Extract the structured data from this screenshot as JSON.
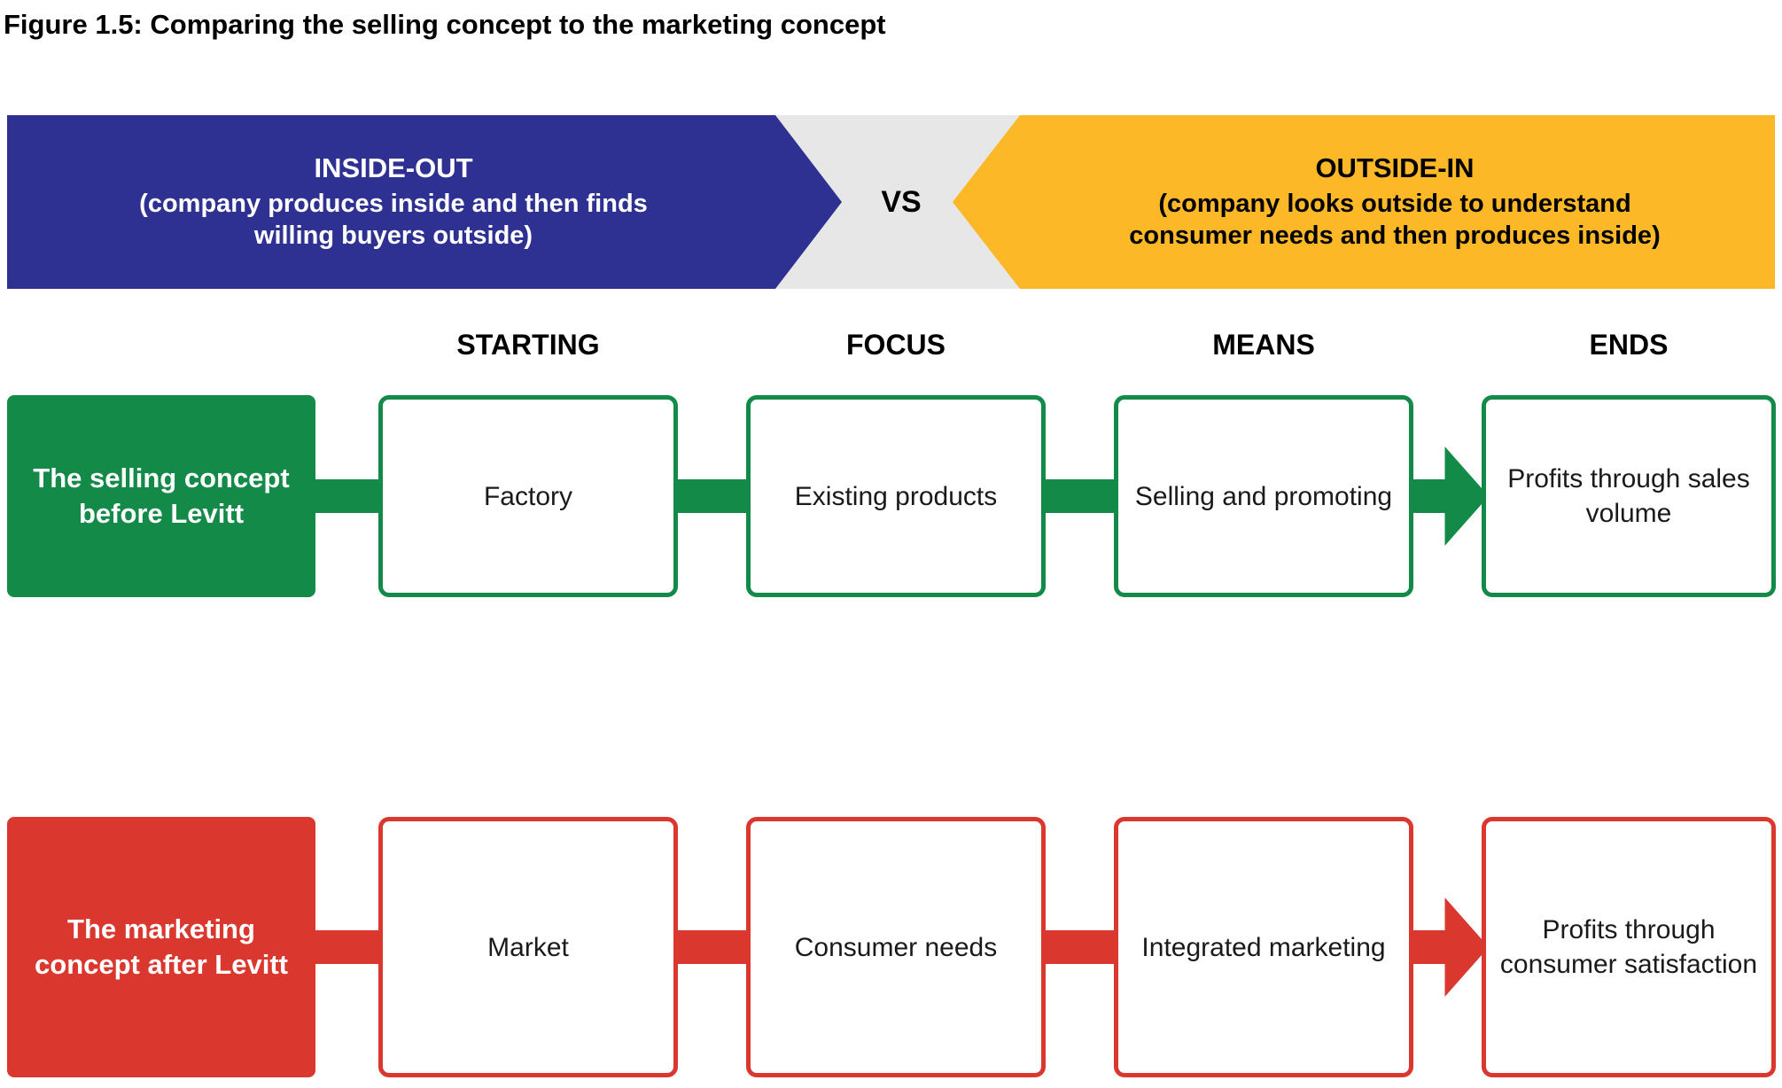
{
  "figure_title": "Figure 1.5: Comparing the selling concept to the marketing concept",
  "banner": {
    "inside_out": {
      "title": "INSIDE-OUT",
      "subtitle": "(company produces inside and then finds willing buyers outside)",
      "color": "#2e3192",
      "text_color": "#ffffff"
    },
    "vs_label": "VS",
    "divider_color": "#e7e7e8",
    "outside_in": {
      "title": "OUTSIDE-IN",
      "subtitle": "(company looks outside to understand consumer needs and then produces inside)",
      "color": "#fcb826",
      "text_color": "#000000"
    }
  },
  "columns": [
    {
      "label": "STARTING"
    },
    {
      "label": "FOCUS"
    },
    {
      "label": "MEANS"
    },
    {
      "label": "ENDS"
    }
  ],
  "rows": [
    {
      "label": "The selling concept before Levitt",
      "color": "#148a49",
      "cells": [
        {
          "text": "Factory"
        },
        {
          "text": "Existing products"
        },
        {
          "text": "Selling and promoting"
        },
        {
          "text": "Profits through sales volume"
        }
      ]
    },
    {
      "label": "The marketing concept after Levitt",
      "color": "#da382f",
      "cells": [
        {
          "text": "Market"
        },
        {
          "text": "Consumer needs"
        },
        {
          "text": "Integrated marketing"
        },
        {
          "text": "Profits through consumer satisfaction"
        }
      ]
    }
  ]
}
